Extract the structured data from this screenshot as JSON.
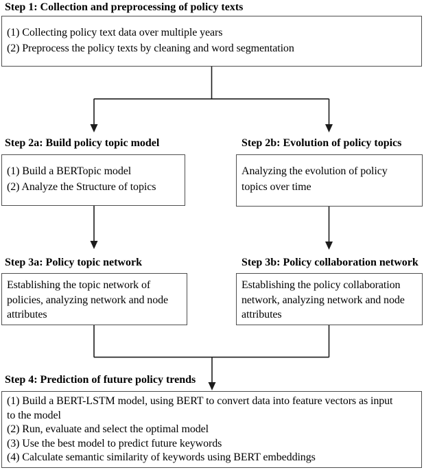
{
  "colors": {
    "bg": "#ffffff",
    "text": "#000000",
    "border": "#4e4e4e",
    "line": "#1c1c1c"
  },
  "steps": {
    "step1": {
      "title": "Step 1: Collection and preprocessing of policy texts",
      "lines": [
        "(1) Collecting policy text data over multiple years",
        "(2) Preprocess the policy texts by cleaning and word segmentation"
      ]
    },
    "step2a": {
      "title": "Step 2a: Build policy topic model",
      "lines": [
        "(1) Build a BERTopic model",
        "(2) Analyze the Structure of topics"
      ]
    },
    "step2b": {
      "title": "Step 2b: Evolution of policy topics",
      "lines": [
        "Analyzing the evolution of policy",
        "topics over time"
      ]
    },
    "step3a": {
      "title": "Step 3a: Policy topic network",
      "lines": [
        "Establishing the topic network of",
        "policies, analyzing network and node",
        "attributes"
      ]
    },
    "step3b": {
      "title": "Step 3b: Policy collaboration network",
      "lines": [
        "Establishing the policy collaboration",
        "network, analyzing network and node",
        "attributes"
      ]
    },
    "step4": {
      "title": "Step 4: Prediction of future policy trends",
      "lines": [
        "(1) Build a BERT-LSTM model, using BERT to convert data into feature vectors as input",
        "to the model",
        "(2) Run, evaluate and select the optimal model",
        "(3) Use the best model to predict future keywords",
        "(4) Calculate semantic similarity of keywords using BERT embeddings"
      ]
    }
  }
}
